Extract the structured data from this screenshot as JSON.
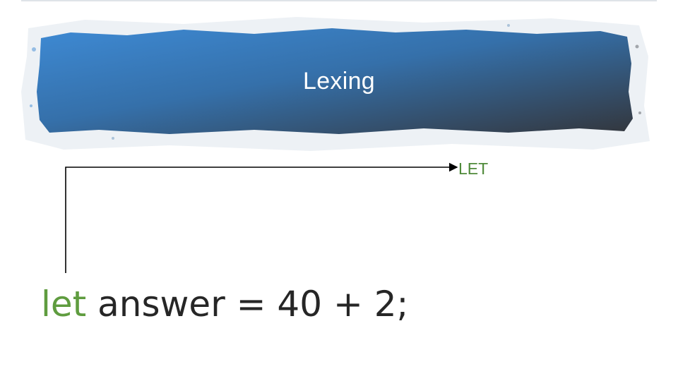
{
  "slide": {
    "title": "Lexing"
  },
  "token": {
    "label": "LET"
  },
  "code": {
    "keyword": "let",
    "rest": " answer = 40 + 2;"
  },
  "colors": {
    "banner_start": "#3e8ad4",
    "banner_end": "#33363c",
    "keyword": "#5f9c3f",
    "token_label": "#4f8a3a",
    "code_text": "#262626"
  }
}
